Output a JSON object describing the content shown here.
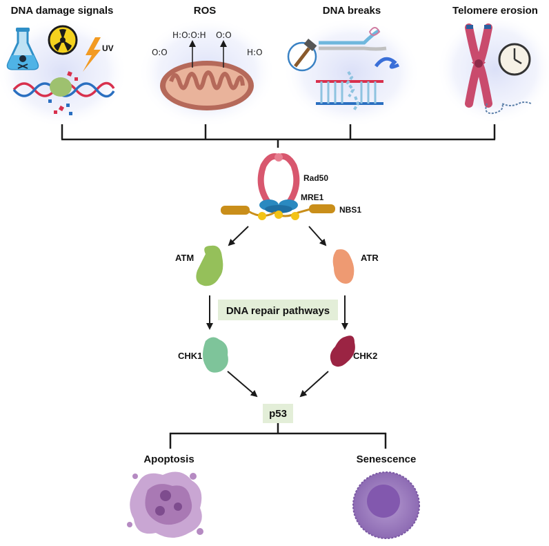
{
  "headings": {
    "dna_damage": "DNA damage signals",
    "ros": "ROS",
    "dna_breaks": "DNA breaks",
    "telomere": "Telomere erosion"
  },
  "icons": {
    "uv_label": "UV",
    "ros_chem_left": "O:O",
    "ros_chem_h2o2_a": "H:O:O:H",
    "ros_chem_o2": "O:O",
    "ros_chem_h_o": "H:O"
  },
  "complex": {
    "rad50": "Rad50",
    "mre1": "MRE1",
    "nbs1": "NBS1"
  },
  "kinases": {
    "atm": "ATM",
    "atr": "ATR",
    "chk1": "CHK1",
    "chk2": "CHK2"
  },
  "repair_box": "DNA repair pathways",
  "p53": "p53",
  "outcomes": {
    "apoptosis": "Apoptosis",
    "senescence": "Senescence"
  },
  "colors": {
    "line": "#1a1a1a",
    "box_bg": "#e3eed8",
    "glow": "#d6dcf5",
    "rad50": "#d8576e",
    "mre1": "#2a89c0",
    "nbs1": "#c98e1a",
    "atm": "#95c05a",
    "atr": "#ee9a72",
    "chk1": "#7ec49a",
    "chk2": "#9b2443",
    "cell": "#a78ac4",
    "apoptosis": "#a979b4",
    "mito": "#b5695a"
  }
}
